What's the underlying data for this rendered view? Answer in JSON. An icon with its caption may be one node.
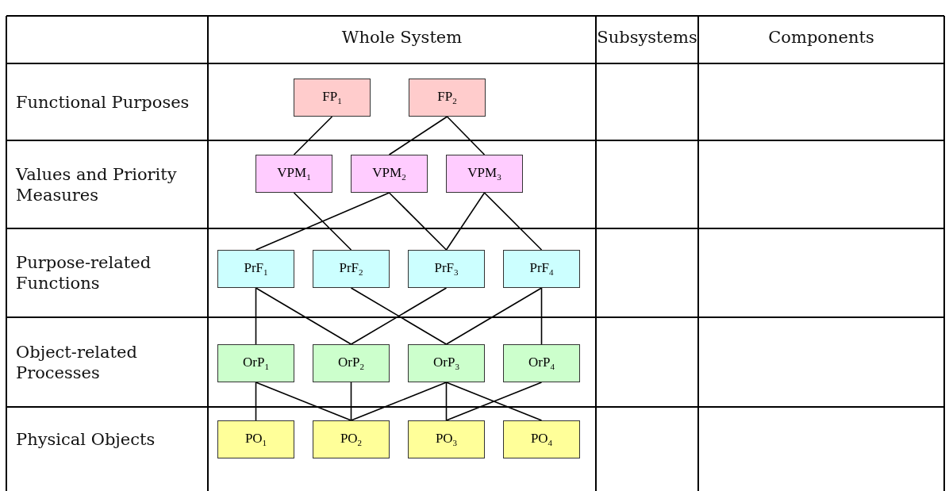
{
  "diagram": {
    "nodes": [
      {
        "text": [
          "FP$_{1}$"
        ]
      },
      {
        "text": [
          "FP$_{2}$"
        ]
      },
      {
        "text": [
          "VPM$_{1}$"
        ]
      },
      {
        "text": [
          "VPM$_{2}$"
        ]
      },
      {
        "text": [
          "VPM$_{3}$"
        ]
      },
      {
        "text": [
          "PrF$_{1}$"
        ]
      },
      {
        "text": [
          "PrF$_{2}$"
        ]
      },
      {
        "text": [
          "PrF$_{3}$"
        ]
      },
      {
        "text": [
          "PrF$_{4}$"
        ]
      },
      {
        "text": [
          "OrP$_{1}$"
        ]
      },
      {
        "text": [
          "OrP$_{2}$"
        ]
      },
      {
        "text": [
          "OrP$_{3}$"
        ]
      },
      {
        "text": [
          "OrP$_{4}$"
        ]
      },
      {
        "text": [
          "PO$_{1}$"
        ]
      },
      {
        "text": [
          "PO$_{2}$"
        ]
      },
      {
        "text": [
          "PO$_{3}$"
        ]
      },
      {
        "text": [
          "PO$_{4}$"
        ]
      }
    ],
    "edges": [
      {
        "from": 0,
        "to": 2,
        "arrow": "none"
      },
      {
        "from": 1,
        "to": 3,
        "arrow": "none"
      },
      {
        "from": 1,
        "to": 4,
        "arrow": "none"
      },
      {
        "from": 2,
        "to": 6,
        "arrow": "none"
      },
      {
        "from": 3,
        "to": 5,
        "arrow": "none"
      },
      {
        "from": 3,
        "to": 7,
        "arrow": "none"
      },
      {
        "from": 4,
        "to": 7,
        "arrow": "none"
      },
      {
        "from": 4,
        "to": 8,
        "arrow": "none"
      },
      {
        "from": 5,
        "to": 9,
        "arrow": "none"
      },
      {
        "from": 5,
        "to": 10,
        "arrow": "none"
      },
      {
        "from": 6,
        "to": 11,
        "arrow": "none"
      },
      {
        "from": 7,
        "to": 10,
        "arrow": "none"
      },
      {
        "from": 8,
        "to": 11,
        "arrow": "none"
      },
      {
        "from": 8,
        "to": 12,
        "arrow": "none"
      },
      {
        "from": 9,
        "to": 13,
        "arrow": "none"
      },
      {
        "from": 9,
        "to": 14,
        "arrow": "none"
      },
      {
        "from": 10,
        "to": 14,
        "arrow": "none"
      },
      {
        "from": 11,
        "to": 14,
        "arrow": "none"
      },
      {
        "from": 11,
        "to": 15,
        "arrow": "none"
      },
      {
        "from": 11,
        "to": 16,
        "arrow": "none"
      },
      {
        "from": 12,
        "to": 15,
        "arrow": "none"
      }
    ],
    "labels": [
      "Whole System",
      "Subsystems",
      "Components",
      "Functional Purposes",
      "Values and Priority Measures",
      "Purpose-related Functions",
      "Object-related Processes",
      "Physical Objects"
    ]
  }
}
